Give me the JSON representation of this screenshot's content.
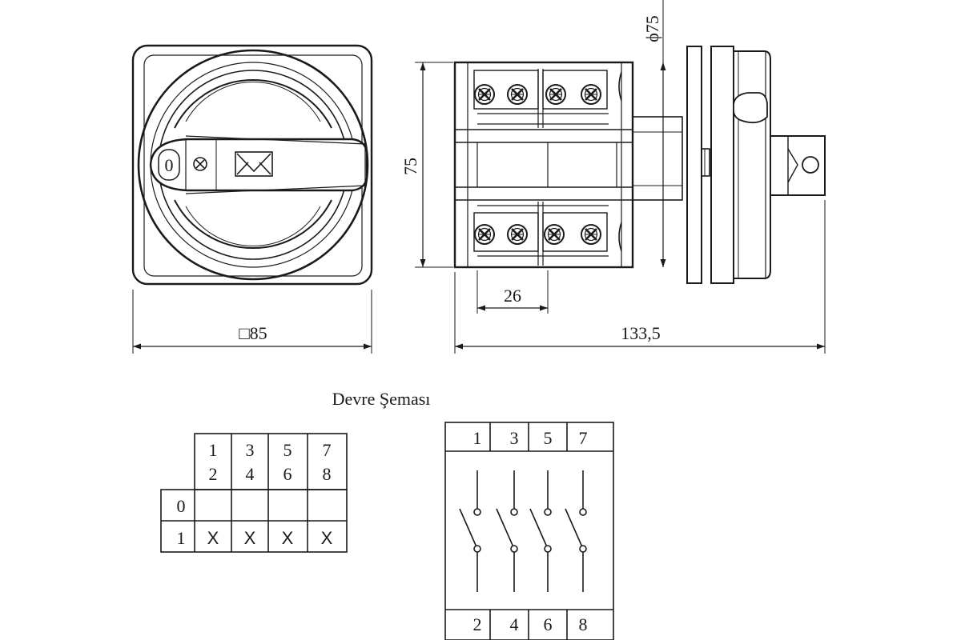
{
  "dimensions": {
    "front_width": "□85",
    "diameter": "ϕ75",
    "height": "75",
    "pitch": "26",
    "total_length": "133,5"
  },
  "handle": {
    "zero_mark": "0"
  },
  "schema_title": "Devre Şeması",
  "switch_table": {
    "header_top": [
      "1",
      "3",
      "5",
      "7"
    ],
    "header_bottom": [
      "2",
      "4",
      "6",
      "8"
    ],
    "rows": [
      {
        "position": "0",
        "cells": [
          "",
          "",
          "",
          ""
        ]
      },
      {
        "position": "1",
        "cells": [
          "X",
          "X",
          "X",
          "X"
        ]
      }
    ]
  },
  "circuit": {
    "top_terminals": [
      "1",
      "3",
      "5",
      "7"
    ],
    "bottom_terminals": [
      "2",
      "4",
      "6",
      "8"
    ]
  }
}
